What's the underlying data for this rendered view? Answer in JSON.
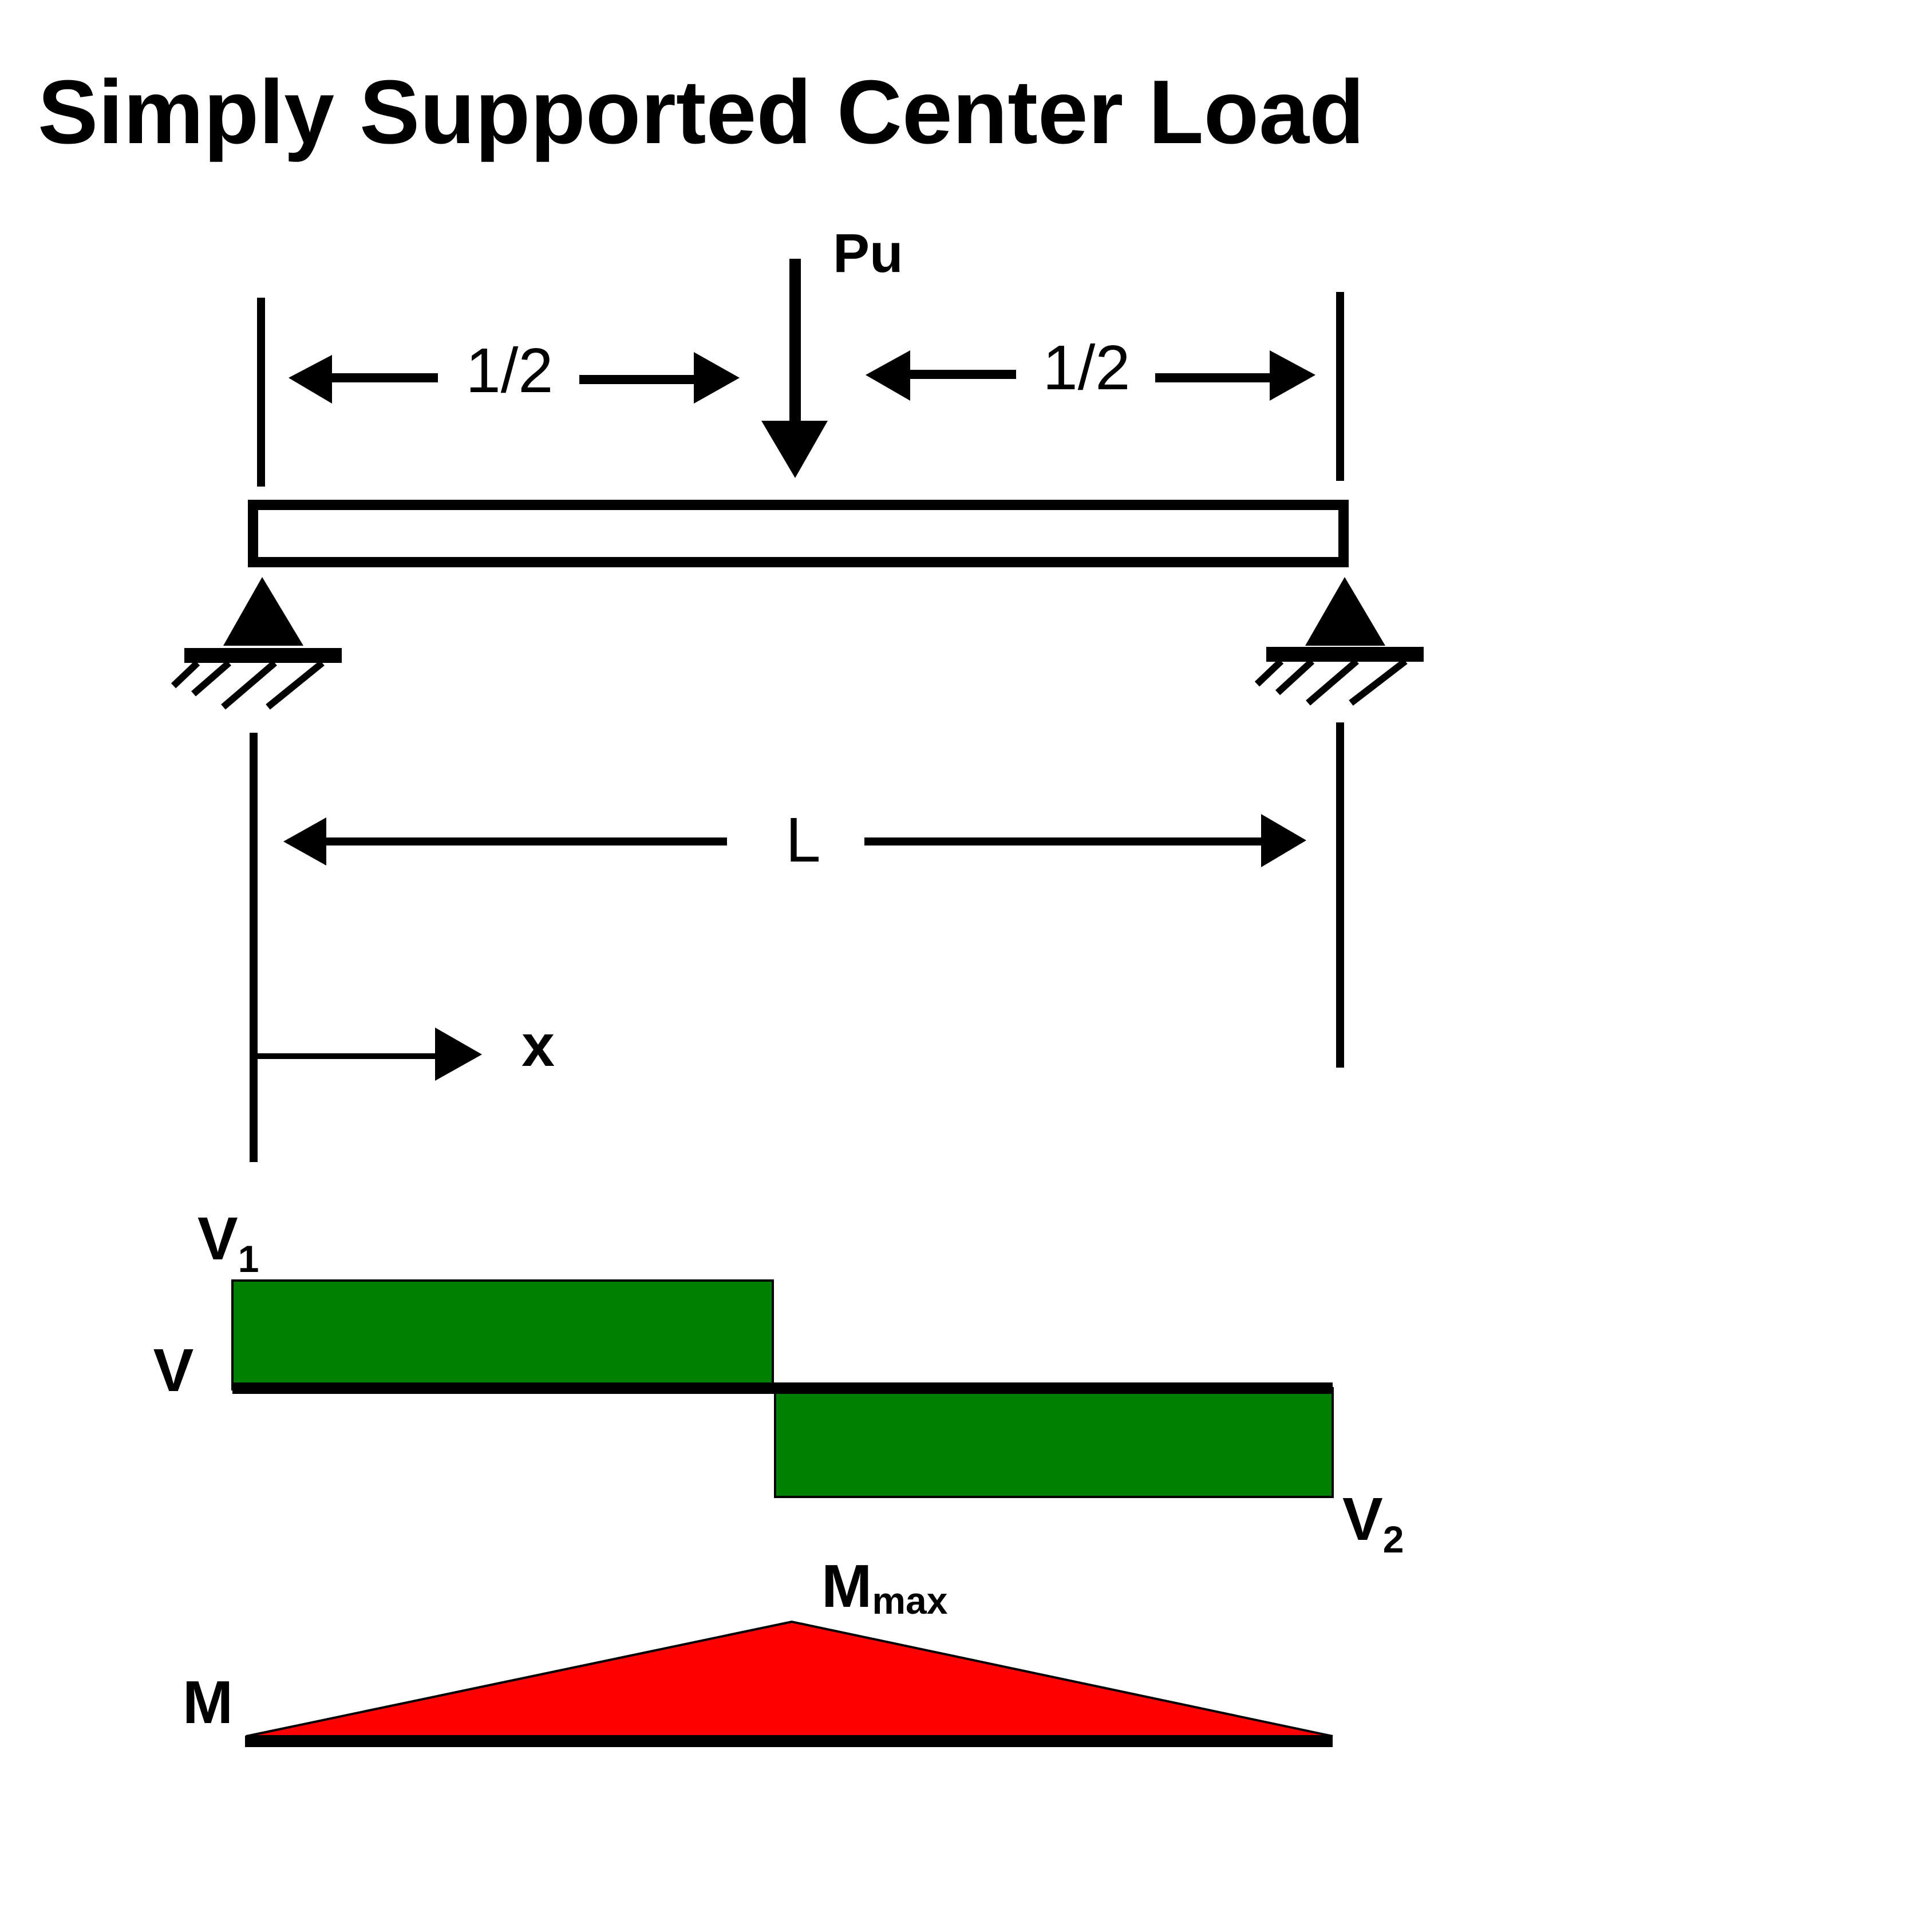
{
  "title": "Simply Supported Center Load",
  "load": {
    "label": "Pu"
  },
  "dimensions": {
    "left_half": "1/2",
    "right_half": "1/2",
    "span": "L",
    "position": "x"
  },
  "shear_diagram": {
    "axis_label": "V",
    "left_reaction_main": "V",
    "left_reaction_sub": "1",
    "right_reaction_main": "V",
    "right_reaction_sub": "2",
    "fill_color": "#008000"
  },
  "moment_diagram": {
    "axis_label": "M",
    "peak_main": "M",
    "peak_sub": "max",
    "fill_color": "#ff0000"
  }
}
